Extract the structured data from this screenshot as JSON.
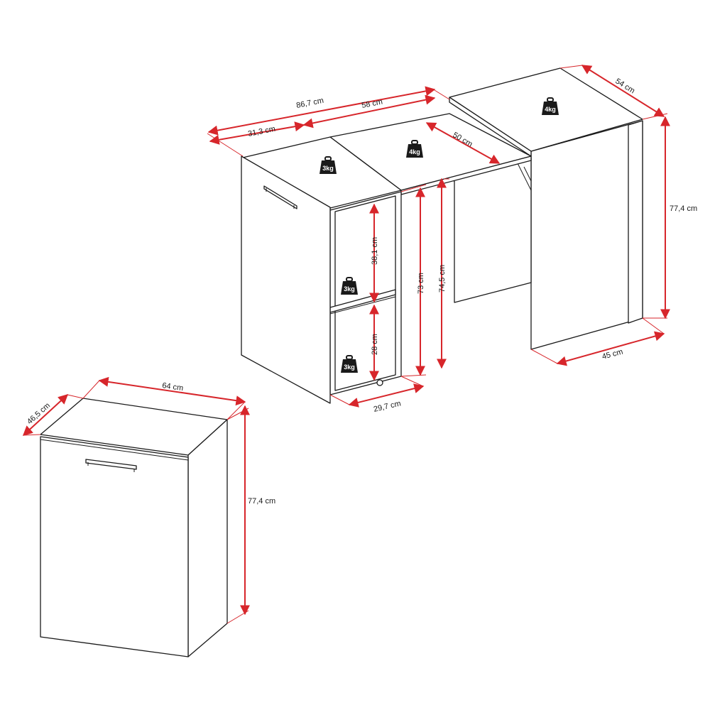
{
  "dimensions": {
    "total_width": "86,7 cm",
    "top_width": "58 cm",
    "cabinet_width": "31,3 cm",
    "extension": "50 cm",
    "depth_right": "54 cm",
    "height_right": "77,4 cm",
    "leg_depth": "45 cm",
    "shelf_upper": "38,1 cm",
    "shelf_lower": "28 cm",
    "inner_height": "73 cm",
    "desk_height": "74,5 cm",
    "shelf_depth": "29,7 cm",
    "closed_width": "64 cm",
    "closed_depth": "46,5 cm",
    "closed_height": "77,4 cm"
  },
  "weights": {
    "top_left": "3kg",
    "top_middle": "4kg",
    "top_right": "4kg",
    "shelf_upper": "3kg",
    "shelf_lower": "3kg"
  },
  "colors": {
    "dimension_lines": "#d7262b",
    "outline": "#1a1a1a"
  }
}
